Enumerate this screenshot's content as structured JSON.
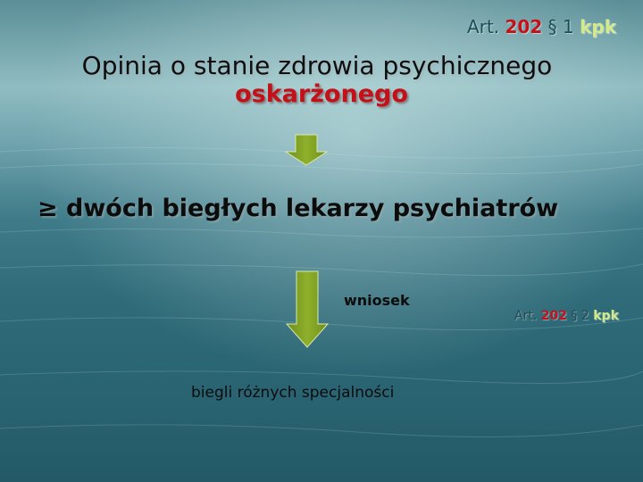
{
  "ref_top": {
    "art": "Art.",
    "num": "202",
    "par": "§ 1",
    "code": "kpk"
  },
  "title_line1": "Opinia o stanie zdrowia psychicznego",
  "title_line2": "oskarżonego",
  "main_line": "≥ dwóch biegłych lekarzy psychiatrów",
  "wniosek": "wniosek",
  "ref_side": {
    "art": "Art.",
    "num": "202",
    "par": "§ 2",
    "code": "kpk"
  },
  "biegli": "biegli różnych specjalności",
  "colors": {
    "arrow": "#80a022",
    "accent_red": "#c3121a",
    "accent_green": "#d3ea8a"
  }
}
